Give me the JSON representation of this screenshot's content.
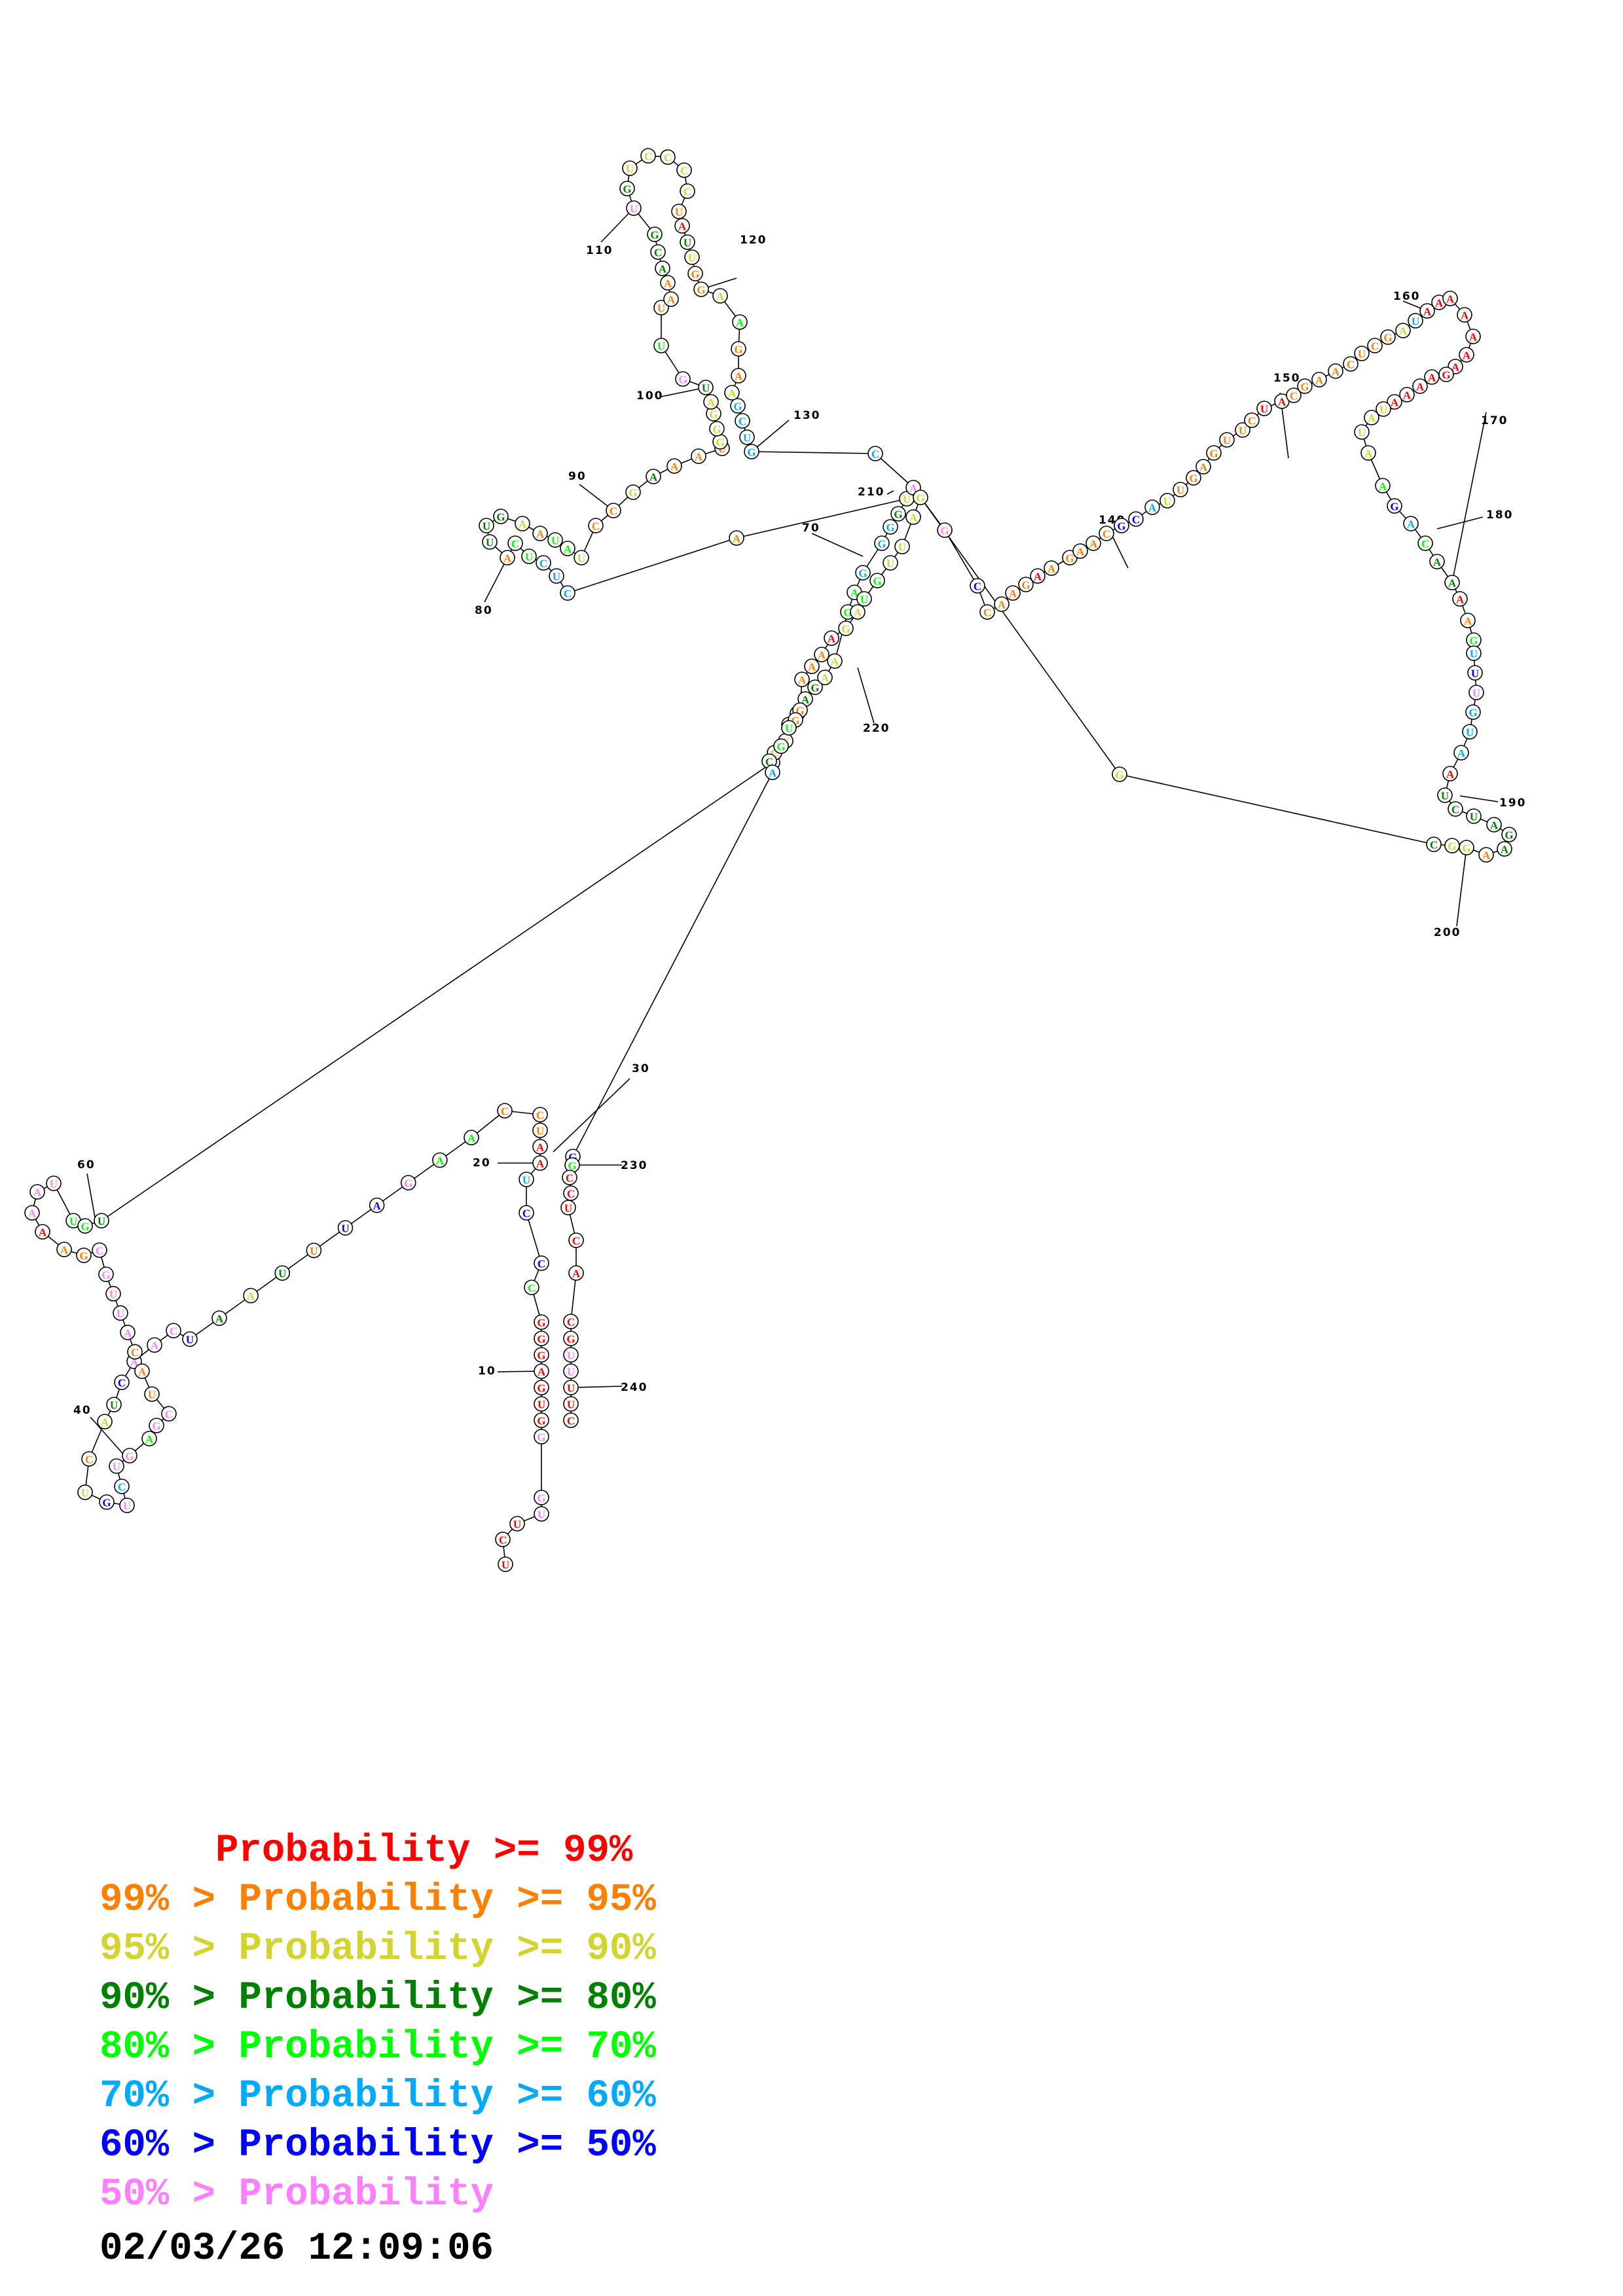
{
  "diagram": {
    "type": "RNA secondary structure (base-pair probability colored)",
    "probability_colors": {
      "p99": "#ff0000",
      "p95": "#ff8000",
      "p90": "#d4d430",
      "p80": "#008000",
      "p70": "#00ff00",
      "p60": "#00aaff",
      "p50": "#0000ff",
      "plow": "#ff80ff"
    },
    "sequence": [
      [
        "U",
        "p99"
      ],
      [
        "C",
        "p99"
      ],
      [
        "U",
        "p99"
      ],
      [
        "U",
        "plow"
      ],
      [
        "G",
        "plow"
      ],
      [
        "G",
        "plow"
      ],
      [
        "G",
        "p99"
      ],
      [
        "U",
        "p99"
      ],
      [
        "G",
        "p99"
      ],
      [
        "A",
        "p99"
      ],
      [
        "G",
        "p99"
      ],
      [
        "G",
        "p99"
      ],
      [
        "G",
        "p99"
      ],
      [
        "C",
        "p70"
      ],
      [
        "C",
        "p50"
      ],
      [
        "C",
        "p50"
      ],
      [
        "U",
        "p60"
      ],
      [
        "A",
        "p99"
      ],
      [
        "A",
        "p99"
      ],
      [
        "U",
        "p95"
      ],
      [
        "C",
        "p95"
      ],
      [
        "C",
        "p95"
      ],
      [
        "A",
        "p70"
      ],
      [
        "A",
        "p70"
      ],
      [
        "G",
        "plow"
      ],
      [
        "A",
        "p50"
      ],
      [
        "U",
        "p50"
      ],
      [
        "U",
        "p95"
      ],
      [
        "U",
        "p80"
      ],
      [
        "A",
        "p90"
      ],
      [
        "A",
        "p80"
      ],
      [
        "U",
        "p50"
      ],
      [
        "C",
        "plow"
      ],
      [
        "A",
        "plow"
      ],
      [
        "A",
        "plow"
      ],
      [
        "C",
        "p50"
      ],
      [
        "U",
        "p80"
      ],
      [
        "A",
        "p90"
      ],
      [
        "C",
        "p95"
      ],
      [
        "U",
        "p90"
      ],
      [
        "G",
        "p50"
      ],
      [
        "U",
        "plow"
      ],
      [
        "C",
        "p60"
      ],
      [
        "U",
        "plow"
      ],
      [
        "G",
        "plow"
      ],
      [
        "A",
        "p70"
      ],
      [
        "G",
        "plow"
      ],
      [
        "C",
        "plow"
      ],
      [
        "U",
        "p95"
      ],
      [
        "A",
        "p95"
      ],
      [
        "C",
        "p95"
      ],
      [
        "A",
        "plow"
      ],
      [
        "U",
        "plow"
      ],
      [
        "U",
        "plow"
      ],
      [
        "G",
        "plow"
      ],
      [
        "C",
        "plow"
      ],
      [
        "G",
        "p95"
      ],
      [
        "A",
        "p95"
      ],
      [
        "A",
        "p99"
      ],
      [
        "A",
        "plow"
      ],
      [
        "A",
        "plow"
      ],
      [
        "U",
        "plow"
      ],
      [
        "U",
        "p70"
      ],
      [
        "G",
        "p70"
      ],
      [
        "U",
        "p80"
      ],
      [
        "A",
        "p80"
      ],
      [
        "C",
        "p90"
      ],
      [
        "C",
        "p90"
      ],
      [
        "G",
        "p80"
      ],
      [
        "A",
        "p95"
      ],
      [
        "A",
        "p80"
      ],
      [
        "G",
        "p80"
      ],
      [
        "A",
        "p90"
      ],
      [
        "A",
        "p90"
      ],
      [
        "G",
        "p70"
      ],
      [
        "A",
        "p70"
      ],
      [
        "G",
        "p60"
      ],
      [
        "G",
        "p60"
      ],
      [
        "G",
        "p60"
      ],
      [
        "G",
        "p80"
      ],
      [
        "U",
        "p90"
      ],
      [
        "A",
        "p95"
      ],
      [
        "C",
        "p60"
      ],
      [
        "U",
        "p60"
      ],
      [
        "C",
        "p60"
      ],
      [
        "U",
        "p70"
      ],
      [
        "C",
        "p70"
      ],
      [
        "A",
        "p95"
      ],
      [
        "U",
        "p80"
      ],
      [
        "U",
        "p80"
      ],
      [
        "G",
        "p80"
      ],
      [
        "A",
        "p90"
      ],
      [
        "A",
        "p95"
      ],
      [
        "U",
        "p70"
      ],
      [
        "A",
        "p70"
      ],
      [
        "U",
        "p90"
      ],
      [
        "C",
        "p95"
      ],
      [
        "C",
        "p95"
      ],
      [
        "G",
        "p90"
      ],
      [
        "A",
        "p80"
      ],
      [
        "A",
        "p95"
      ],
      [
        "A",
        "p95"
      ],
      [
        "U",
        "p95"
      ],
      [
        "G",
        "p90"
      ],
      [
        "G",
        "p90"
      ],
      [
        "G",
        "p90"
      ],
      [
        "A",
        "p90"
      ],
      [
        "U",
        "p80"
      ],
      [
        "G",
        "plow"
      ],
      [
        "U",
        "p70"
      ],
      [
        "U",
        "p95"
      ],
      [
        "A",
        "p95"
      ],
      [
        "A",
        "p95"
      ],
      [
        "A",
        "p80"
      ],
      [
        "C",
        "p80"
      ],
      [
        "G",
        "p80"
      ],
      [
        "U",
        "plow"
      ],
      [
        "G",
        "p80"
      ],
      [
        "U",
        "p90"
      ],
      [
        "C",
        "p90"
      ],
      [
        "C",
        "p90"
      ],
      [
        "C",
        "p90"
      ],
      [
        "C",
        "p90"
      ],
      [
        "U",
        "p95"
      ],
      [
        "A",
        "p99"
      ],
      [
        "U",
        "p80"
      ],
      [
        "U",
        "p90"
      ],
      [
        "G",
        "p95"
      ],
      [
        "G",
        "p95"
      ],
      [
        "A",
        "p90"
      ],
      [
        "A",
        "p70"
      ],
      [
        "G",
        "p95"
      ],
      [
        "A",
        "p95"
      ],
      [
        "A",
        "p90"
      ],
      [
        "G",
        "p60"
      ],
      [
        "C",
        "p60"
      ],
      [
        "U",
        "p60"
      ],
      [
        "G",
        "p60"
      ],
      [
        "C",
        "p60"
      ],
      [
        "A",
        "plow"
      ],
      [
        "G",
        "plow"
      ],
      [
        "C",
        "p50"
      ],
      [
        "C",
        "p95"
      ],
      [
        "A",
        "p95"
      ],
      [
        "A",
        "p95"
      ],
      [
        "G",
        "p95"
      ],
      [
        "A",
        "p99"
      ],
      [
        "A",
        "p95"
      ],
      [
        "G",
        "p95"
      ],
      [
        "A",
        "p95"
      ],
      [
        "A",
        "p95"
      ],
      [
        "C",
        "p95"
      ],
      [
        "G",
        "p50"
      ],
      [
        "C",
        "p50"
      ],
      [
        "A",
        "p60"
      ],
      [
        "U",
        "p90"
      ],
      [
        "U",
        "p95"
      ],
      [
        "G",
        "p95"
      ],
      [
        "A",
        "p95"
      ],
      [
        "G",
        "p95"
      ],
      [
        "U",
        "p95"
      ],
      [
        "U",
        "p95"
      ],
      [
        "C",
        "p95"
      ],
      [
        "U",
        "p99"
      ],
      [
        "A",
        "p99"
      ],
      [
        "C",
        "p95"
      ],
      [
        "G",
        "p95"
      ],
      [
        "A",
        "p95"
      ],
      [
        "A",
        "p95"
      ],
      [
        "C",
        "p95"
      ],
      [
        "U",
        "p95"
      ],
      [
        "C",
        "p95"
      ],
      [
        "G",
        "p95"
      ],
      [
        "A",
        "p90"
      ],
      [
        "U",
        "p60"
      ],
      [
        "A",
        "p99"
      ],
      [
        "A",
        "p99"
      ],
      [
        "A",
        "p99"
      ],
      [
        "A",
        "p99"
      ],
      [
        "A",
        "p99"
      ],
      [
        "A",
        "p99"
      ],
      [
        "A",
        "p99"
      ],
      [
        "G",
        "p99"
      ],
      [
        "A",
        "p99"
      ],
      [
        "A",
        "p99"
      ],
      [
        "A",
        "p99"
      ],
      [
        "A",
        "p99"
      ],
      [
        "U",
        "p90"
      ],
      [
        "A",
        "p90"
      ],
      [
        "U",
        "p90"
      ],
      [
        "A",
        "p90"
      ],
      [
        "A",
        "p70"
      ],
      [
        "G",
        "p50"
      ],
      [
        "A",
        "p60"
      ],
      [
        "C",
        "p70"
      ],
      [
        "A",
        "p80"
      ],
      [
        "A",
        "p80"
      ],
      [
        "A",
        "p99"
      ],
      [
        "A",
        "p95"
      ],
      [
        "G",
        "p70"
      ],
      [
        "U",
        "p60"
      ],
      [
        "U",
        "p50"
      ],
      [
        "U",
        "plow"
      ],
      [
        "G",
        "p60"
      ],
      [
        "U",
        "p60"
      ],
      [
        "A",
        "p60"
      ],
      [
        "A",
        "p99"
      ],
      [
        "U",
        "p80"
      ],
      [
        "C",
        "p80"
      ],
      [
        "U",
        "p80"
      ],
      [
        "A",
        "p80"
      ],
      [
        "G",
        "p80"
      ],
      [
        "A",
        "p80"
      ],
      [
        "A",
        "p95"
      ],
      [
        "G",
        "p90"
      ],
      [
        "G",
        "p90"
      ],
      [
        "C",
        "p80"
      ],
      [
        "G",
        "p90"
      ],
      [
        "G",
        "p90"
      ],
      [
        "A",
        "p90"
      ],
      [
        "U",
        "p90"
      ],
      [
        "U",
        "p90"
      ],
      [
        "G",
        "p70"
      ],
      [
        "U",
        "p70"
      ],
      [
        "A",
        "p90"
      ],
      [
        "G",
        "p90"
      ],
      [
        "A",
        "p99"
      ],
      [
        "A",
        "p95"
      ],
      [
        "A",
        "p95"
      ],
      [
        "A",
        "p95"
      ],
      [
        "G",
        "p95"
      ],
      [
        "G",
        "p95"
      ],
      [
        "U",
        "p70"
      ],
      [
        "G",
        "p70"
      ],
      [
        "C",
        "p80"
      ],
      [
        "A",
        "p60"
      ],
      [
        "G",
        "p50"
      ],
      [
        "G",
        "p70"
      ],
      [
        "C",
        "p99"
      ],
      [
        "C",
        "p99"
      ],
      [
        "U",
        "p99"
      ],
      [
        "C",
        "p99"
      ],
      [
        "A",
        "p99"
      ],
      [
        "C",
        "p99"
      ],
      [
        "G",
        "p99"
      ],
      [
        "U",
        "plow"
      ],
      [
        "U",
        "plow"
      ],
      [
        "U",
        "p99"
      ],
      [
        "U",
        "p99"
      ],
      [
        "C",
        "p99"
      ]
    ],
    "position_labels": [
      "10",
      "20",
      "30",
      "40",
      "60",
      "70",
      "80",
      "90",
      "100",
      "110",
      "120",
      "130",
      "140",
      "150",
      "160",
      "170",
      "180",
      "190",
      "200",
      "210",
      "220",
      "230",
      "240"
    ]
  },
  "legend": {
    "rows": [
      {
        "text": "     Probability >= 99%",
        "color": "#ff0000"
      },
      {
        "text": "99% > Probability >= 95%",
        "color": "#ff8000"
      },
      {
        "text": "95% > Probability >= 90%",
        "color": "#d4d430"
      },
      {
        "text": "90% > Probability >= 80%",
        "color": "#008000"
      },
      {
        "text": "80% > Probability >= 70%",
        "color": "#00ff00"
      },
      {
        "text": "70% > Probability >= 60%",
        "color": "#00aaff"
      },
      {
        "text": "60% > Probability >= 50%",
        "color": "#0000ff"
      },
      {
        "text": "50% > Probability",
        "color": "#ff80ff"
      }
    ],
    "timestamp": "02/03/26 12:09:06"
  }
}
